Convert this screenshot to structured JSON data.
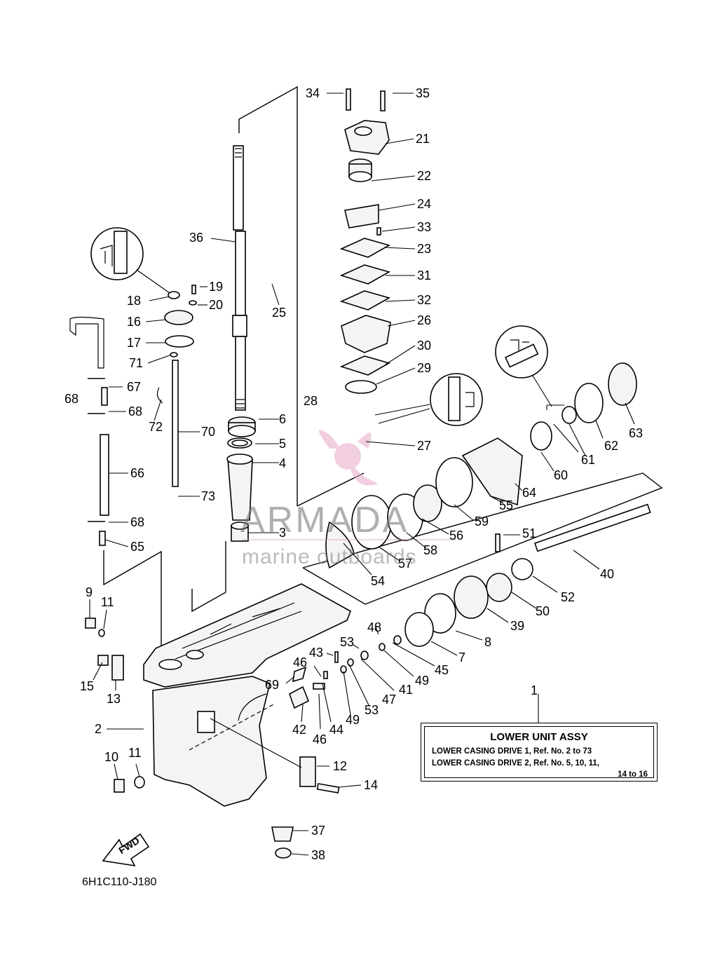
{
  "diagram_code": "6H1C110-J180",
  "watermark": {
    "title": "ARMADA",
    "subtitle": "marine outboards"
  },
  "fwd_label": "FWD",
  "reference_box": {
    "ref_no": "1",
    "title": "LOWER UNIT ASSY",
    "line1": "LOWER CASING DRIVE 1,  Ref. No. 2 to 73",
    "line2": "LOWER CASING DRIVE 2,  Ref. No. 5, 10, 11,",
    "line3": "14 to 16"
  },
  "callouts": [
    "2",
    "3",
    "4",
    "5",
    "6",
    "7",
    "8",
    "9",
    "10",
    "11",
    "12",
    "13",
    "14",
    "15",
    "16",
    "17",
    "18",
    "19",
    "20",
    "21",
    "22",
    "23",
    "24",
    "25",
    "26",
    "27",
    "28",
    "29",
    "30",
    "31",
    "32",
    "33",
    "34",
    "35",
    "36",
    "37",
    "38",
    "39",
    "40",
    "41",
    "42",
    "43",
    "44",
    "45",
    "46",
    "47",
    "48",
    "49",
    "50",
    "51",
    "52",
    "53",
    "54",
    "55",
    "56",
    "57",
    "58",
    "59",
    "60",
    "61",
    "62",
    "63",
    "64",
    "65",
    "66",
    "67",
    "68",
    "69",
    "70",
    "71",
    "72",
    "73"
  ],
  "colors": {
    "line": "#000000",
    "watermark_pink": "#e7a9c8",
    "watermark_gray": "#8c8c8c"
  }
}
